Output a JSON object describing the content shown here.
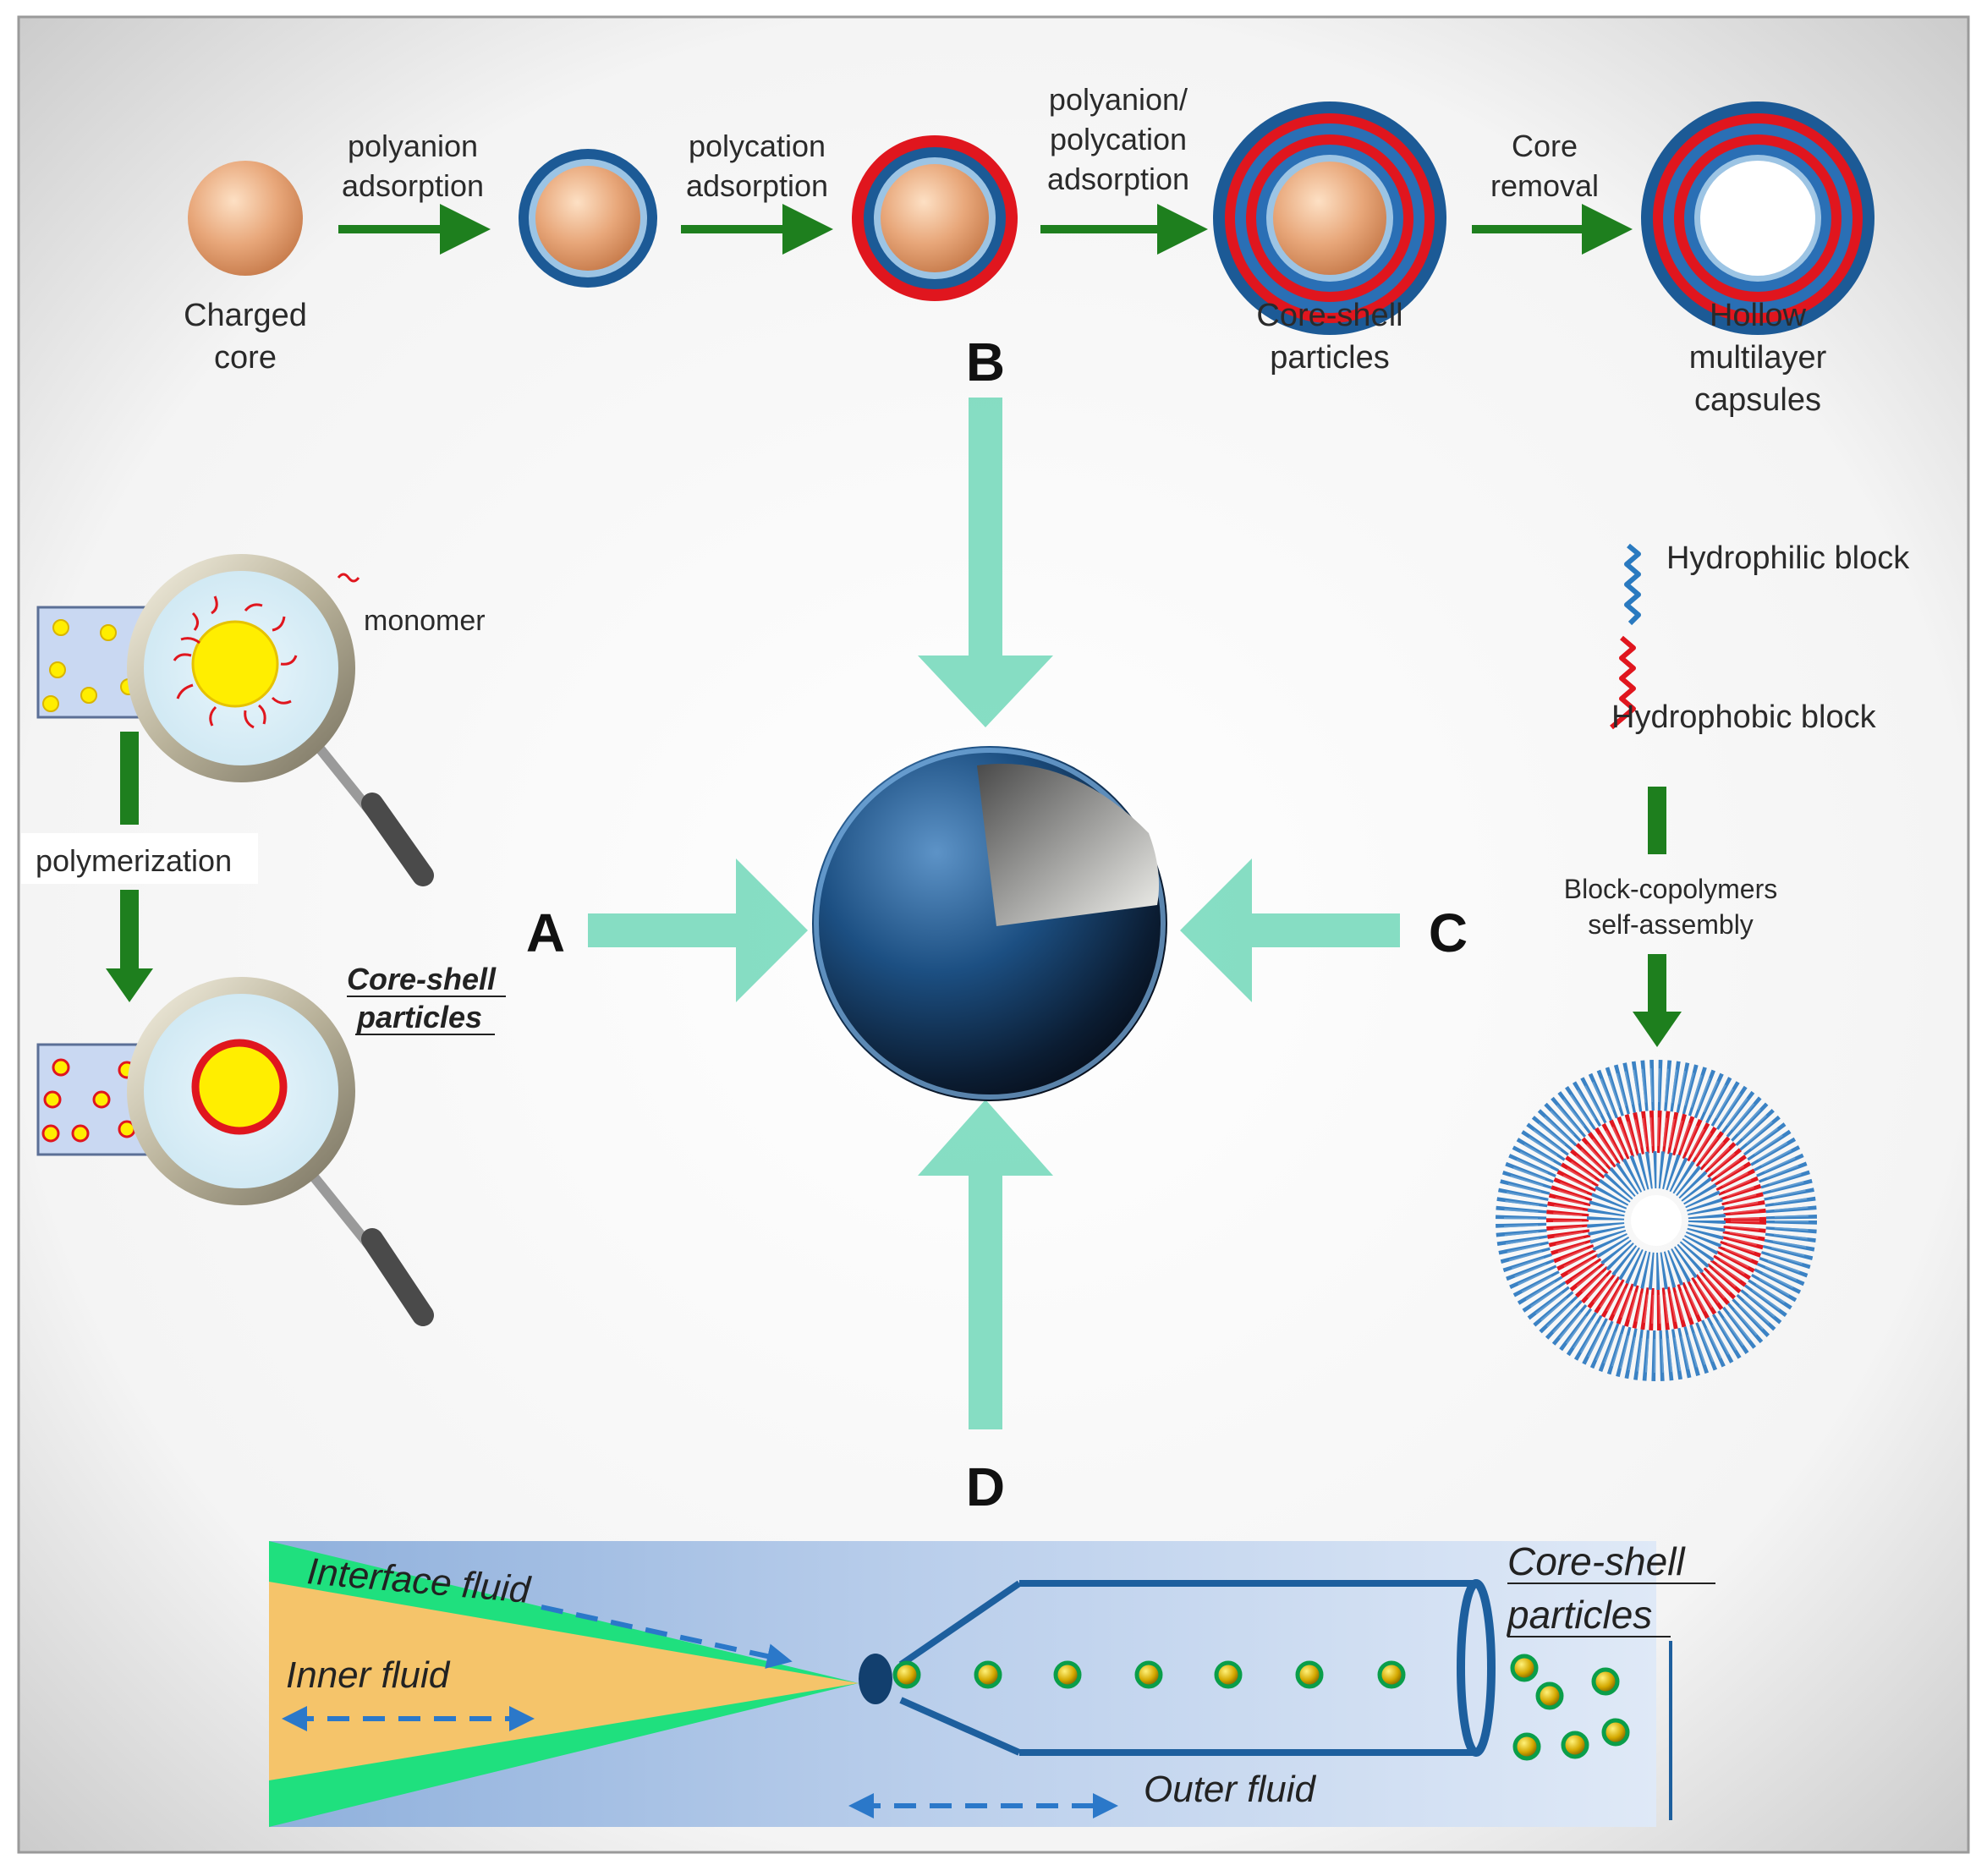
{
  "sections": {
    "A": "A",
    "B": "B",
    "C": "C",
    "D": "D"
  },
  "route_b": {
    "step1": [
      "polyanion",
      "adsorption"
    ],
    "step2": [
      "polycation",
      "adsorption"
    ],
    "step3": [
      "polyanion/",
      "polycation",
      "adsorption"
    ],
    "step4": [
      "Core",
      "removal"
    ],
    "charged_core": [
      "Charged",
      "core"
    ],
    "core_shell": [
      "Core-shell",
      "particles"
    ],
    "hollow": [
      "Hollow",
      "multilayer",
      "capsules"
    ]
  },
  "route_a": {
    "monomer": "monomer",
    "polymerization": "polymerization",
    "core_shell": [
      "Core-shell",
      "particles"
    ]
  },
  "route_c": {
    "hydrophilic": "Hydrophilic block",
    "hydrophobic": "Hydrophobic block",
    "self_assembly": [
      "Block-copolymers",
      "self-assembly"
    ]
  },
  "route_d": {
    "interface_fluid": "Interface fluid",
    "inner_fluid": "Inner fluid",
    "outer_fluid": "Outer fluid",
    "core_shell": [
      "Core-shell",
      "particles"
    ]
  },
  "colors": {
    "green_arrow": "#1e7f1e",
    "teal_arrow": "#5fd3b0",
    "red_layer": "#e0161e",
    "blue_layer": "#2a6fb5",
    "core": "#e6a57a",
    "yellow": "#ffee00"
  }
}
